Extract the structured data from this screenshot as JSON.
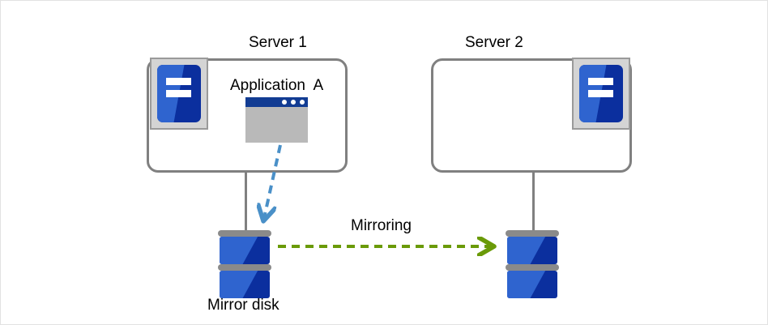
{
  "diagram": {
    "title_left": "Server 1",
    "title_right": "Server 2",
    "application_label": "Application  A",
    "mirroring_label": "Mirroring",
    "mirror_disk_label": "Mirror disk",
    "colors": {
      "server_border": "#808080",
      "icon_plate": "#d4d4d4",
      "icon_plate_border": "#9a9a9a",
      "icon_blue_dark": "#0b2f9e",
      "icon_blue_light": "#2f64cf",
      "app_titlebar": "#123c93",
      "app_body": "#b9b9b9",
      "disk_plate": "#8a8a8a",
      "write_arrow": "#4a90c8",
      "mirroring_arrow": "#6a9a08",
      "canvas_border": "#e2e2e2",
      "text": "#000000"
    },
    "icons": {
      "server_icon": "server-icon",
      "app_window_icon": "application-window-icon",
      "disk_icon": "disk-stack-icon",
      "write_arrow_icon": "dashed-down-arrow-icon",
      "mirroring_arrow_icon": "dashed-right-arrow-icon"
    },
    "servers": [
      {
        "name": "Server 1",
        "icon_side": "left",
        "has_application": true
      },
      {
        "name": "Server 2",
        "icon_side": "right",
        "has_application": false
      }
    ]
  }
}
